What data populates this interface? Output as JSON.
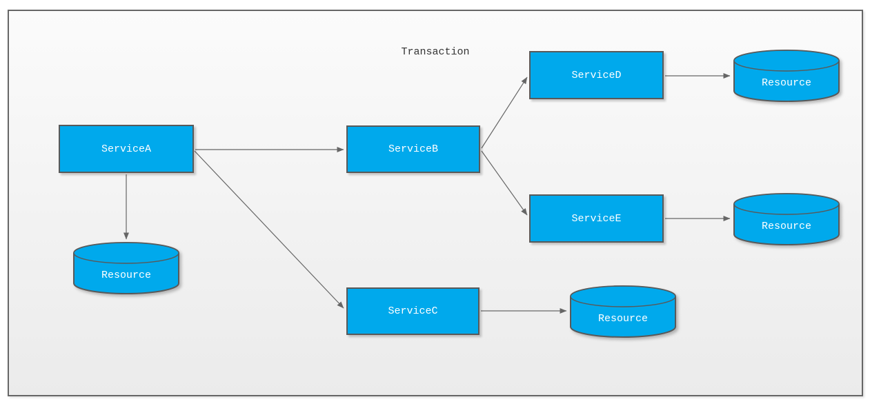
{
  "title": "Transaction",
  "nodes": {
    "serviceA": {
      "label": "ServiceA",
      "type": "box"
    },
    "serviceB": {
      "label": "ServiceB",
      "type": "box"
    },
    "serviceC": {
      "label": "ServiceC",
      "type": "box"
    },
    "serviceD": {
      "label": "ServiceD",
      "type": "box"
    },
    "serviceE": {
      "label": "ServiceE",
      "type": "box"
    },
    "resourceA": {
      "label": "Resource",
      "type": "cylinder"
    },
    "resourceC": {
      "label": "Resource",
      "type": "cylinder"
    },
    "resourceD": {
      "label": "Resource",
      "type": "cylinder"
    },
    "resourceE": {
      "label": "Resource",
      "type": "cylinder"
    }
  },
  "connections": [
    {
      "from": "serviceA",
      "to": "serviceB"
    },
    {
      "from": "serviceA",
      "to": "resourceA"
    },
    {
      "from": "serviceA",
      "to": "serviceC"
    },
    {
      "from": "serviceB",
      "to": "serviceD"
    },
    {
      "from": "serviceB",
      "to": "serviceE"
    },
    {
      "from": "serviceD",
      "to": "resourceD"
    },
    {
      "from": "serviceE",
      "to": "resourceE"
    },
    {
      "from": "serviceC",
      "to": "resourceC"
    }
  ],
  "colors": {
    "node_fill": "#00A9EC",
    "node_border": "#595959",
    "connector": "#666666",
    "title_text": "#333333",
    "node_text": "#FFFFFF",
    "canvas_border": "#666666"
  }
}
